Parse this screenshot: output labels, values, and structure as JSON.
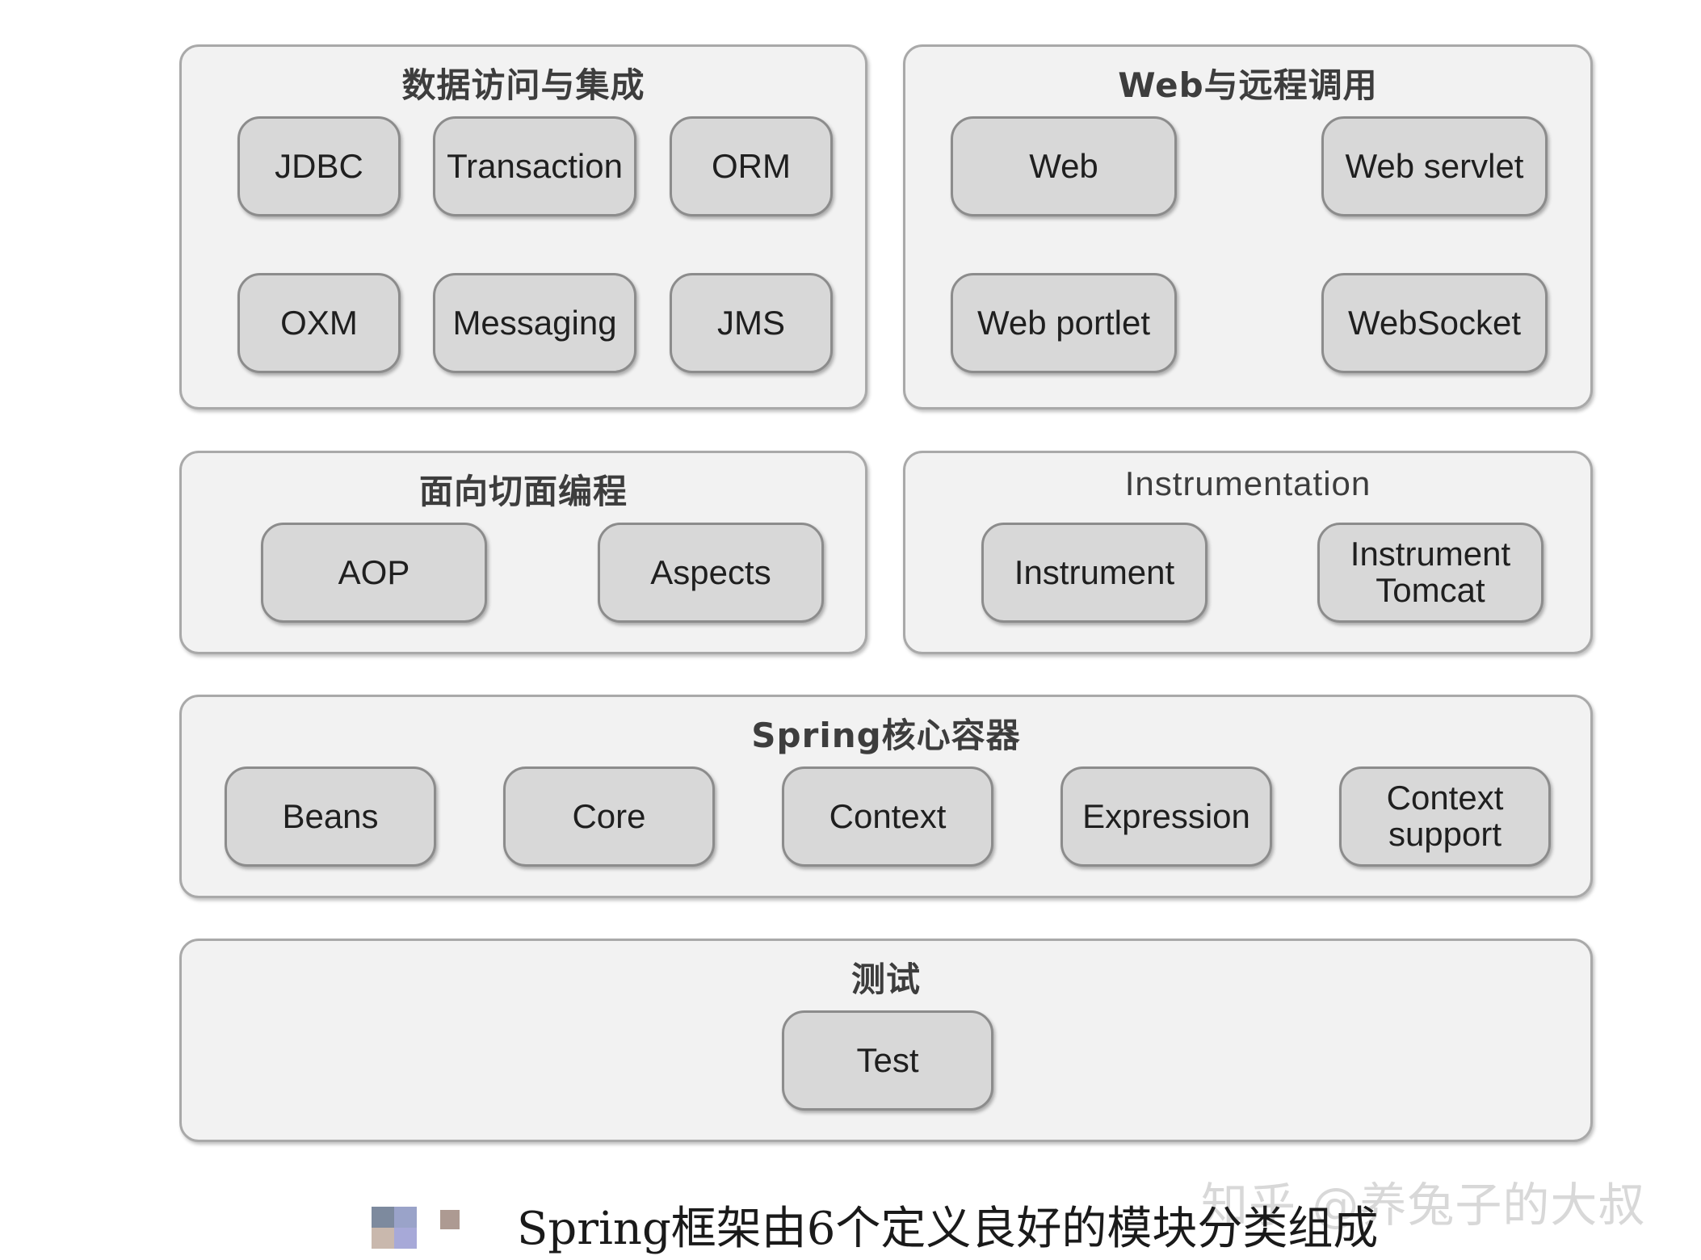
{
  "groups": {
    "data_access": {
      "title": "数据访问与集成",
      "modules": [
        "JDBC",
        "Transaction",
        "ORM",
        "OXM",
        "Messaging",
        "JMS"
      ]
    },
    "web": {
      "title": "Web与远程调用",
      "modules": [
        "Web",
        "Web servlet",
        "Web portlet",
        "WebSocket"
      ]
    },
    "aop": {
      "title": "面向切面编程",
      "modules": [
        "AOP",
        "Aspects"
      ]
    },
    "instrumentation": {
      "title": "Instrumentation",
      "modules": [
        "Instrument",
        "Instrument\nTomcat"
      ]
    },
    "core": {
      "title": "Spring核心容器",
      "modules": [
        "Beans",
        "Core",
        "Context",
        "Expression",
        "Context\nsupport"
      ]
    },
    "test": {
      "title": "测试",
      "modules": [
        "Test"
      ]
    }
  },
  "caption": "Spring框架由6个定义良好的模块分类组成",
  "watermark": "知乎 @养兔子的大叔",
  "colors": {
    "group_fill": "#f2f2f2",
    "group_border": "#a9a9a9",
    "module_fill": "#d8d8d8",
    "module_border": "#8c8c8c"
  }
}
